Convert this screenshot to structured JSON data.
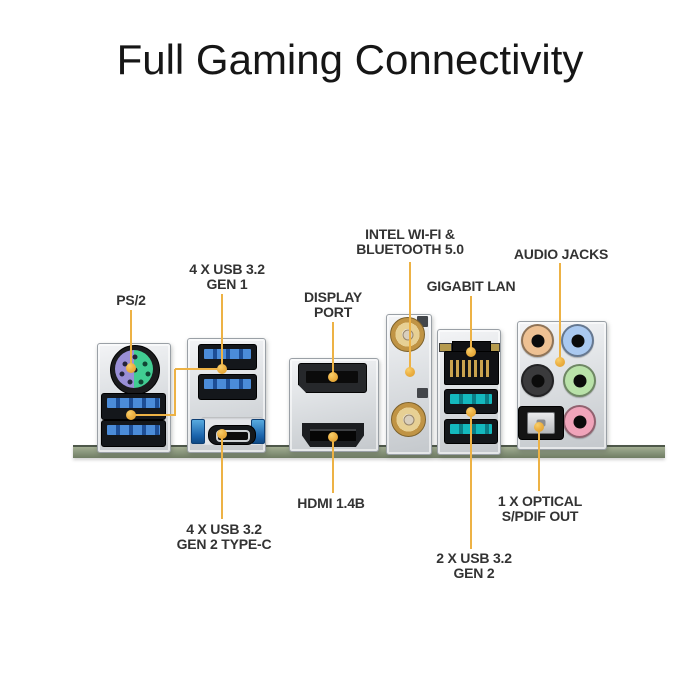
{
  "title": "Full Gaming Connectivity",
  "colors": {
    "accent": "#edb245",
    "accent_dark": "#dd9c2a",
    "title_text": "#161616",
    "label_text": "#333333",
    "pcb_green": "#8b987e",
    "usb_blue": "#3c7fd0",
    "usb_teal": "#14b9be",
    "ps2_purple": "#9a8fd6",
    "ps2_green": "#41cd92",
    "audio_orange": "#eec193",
    "audio_light_blue": "#aac9f0",
    "audio_black": "#3a3a3c",
    "audio_green": "#b9e2a9",
    "audio_pink": "#f0a4ba"
  },
  "callouts": {
    "ps2": {
      "text": [
        "PS/2"
      ]
    },
    "usb_gen1": {
      "text": [
        "4 X USB 3.2",
        "GEN 1"
      ]
    },
    "display_port": {
      "text": [
        "DISPLAY",
        "PORT"
      ]
    },
    "wifi_bt": {
      "text": [
        "INTEL WI-FI &",
        "BLUETOOTH 5.0"
      ]
    },
    "gigabit_lan": {
      "text": [
        "GIGABIT LAN"
      ]
    },
    "audio_jacks": {
      "text": [
        "AUDIO JACKS"
      ]
    },
    "hdmi": {
      "text": [
        "HDMI 1.4B"
      ]
    },
    "usb_typec": {
      "text": [
        "4 X USB 3.2",
        "GEN 2 TYPE-C"
      ]
    },
    "usb_gen2": {
      "text": [
        "2 X USB 3.2",
        "GEN 2"
      ]
    },
    "optical": {
      "text": [
        "1 X OPTICAL",
        "S/PDIF OUT"
      ]
    }
  }
}
